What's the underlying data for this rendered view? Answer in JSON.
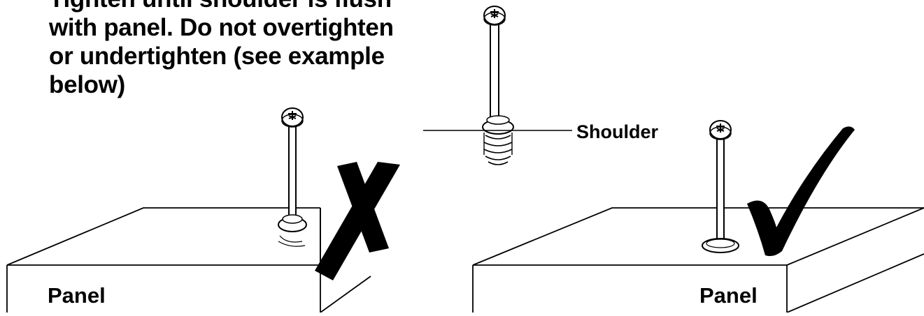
{
  "instruction": {
    "lines": [
      "Tighten until shoulder is flush",
      "with panel. Do not overtighten",
      "or undertighten (see example",
      "below)"
    ]
  },
  "callout": {
    "label": "Shoulder"
  },
  "panels": [
    {
      "label": "Panel",
      "mark": "x-mark-icon"
    },
    {
      "label": "Panel",
      "mark": "checkmark-icon"
    }
  ],
  "colors": {
    "ink": "#000000",
    "background": "#ffffff"
  }
}
